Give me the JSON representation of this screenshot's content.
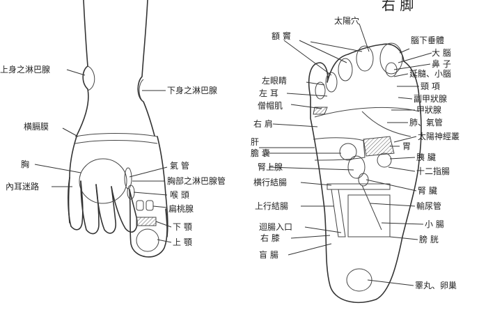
{
  "diagram": {
    "left_foot": {
      "labels": {
        "upper_lymph": "上身之淋巴腺",
        "lower_lymph": "下身之淋巴腺",
        "diaphragm": "横膈膜",
        "chest": "胸",
        "inner_ear": "內耳迷路",
        "trachea": "氣 管",
        "chest_lymph": "胸部之淋巴腺管",
        "throat": "喉 頭",
        "tonsil": "扁桃腺",
        "lower_jaw": "下 顎",
        "upper_jaw": "上 顎"
      }
    },
    "right_foot": {
      "title": "右 脚",
      "labels": {
        "temple": "太陽穴",
        "forehead": "額 竇",
        "pituitary": "腦下垂體",
        "cerebrum": "大 腦",
        "nose": "鼻 子",
        "medulla": "延髓、小腦",
        "neck": "頸 項",
        "left_eye": "左眼睛",
        "left_ear": "左 耳",
        "trapezius": "僧帽肌",
        "parathyroid": "副甲狀腺",
        "thyroid": "甲狀腺",
        "lung": "肺、氣管",
        "shoulder": "右 肩",
        "solar_plexus": "太陽神經叢",
        "liver": "肝",
        "stomach": "胃",
        "gallbladder": "膽 囊",
        "pancreas": "胰 臟",
        "adrenal": "腎上腺",
        "duodenum": "十二指腸",
        "transverse_colon": "横行結腸",
        "kidney": "腎 臟",
        "ascending_colon": "上行結腸",
        "ureter": "輸尿管",
        "ileocecal": "迴腸入口",
        "small_intestine": "小 腸",
        "right_knee": "右 膝",
        "bladder": "膀 胱",
        "appendix": "盲 腸",
        "testis": "睪丸、卵巢"
      }
    }
  }
}
